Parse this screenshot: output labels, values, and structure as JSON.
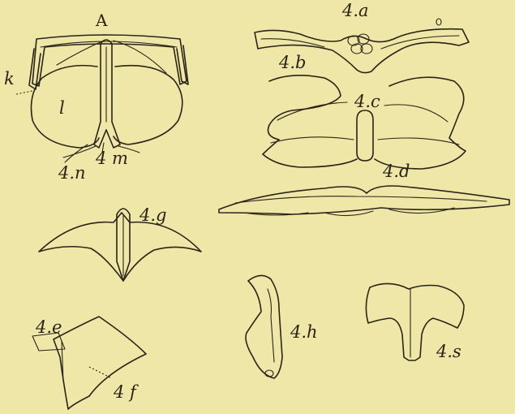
{
  "plate": {
    "background": "#efe7a8",
    "ink": "#2a2418"
  },
  "labels": {
    "A": "A",
    "k": "k",
    "l": "l",
    "m": "4 m",
    "n": "4.n",
    "a": "4.a",
    "b": "4.b",
    "c": "4.c",
    "d": "4.d",
    "g": "4.g",
    "e": "4.e",
    "f": "4 f",
    "h": "4.h",
    "s": "4.s"
  }
}
